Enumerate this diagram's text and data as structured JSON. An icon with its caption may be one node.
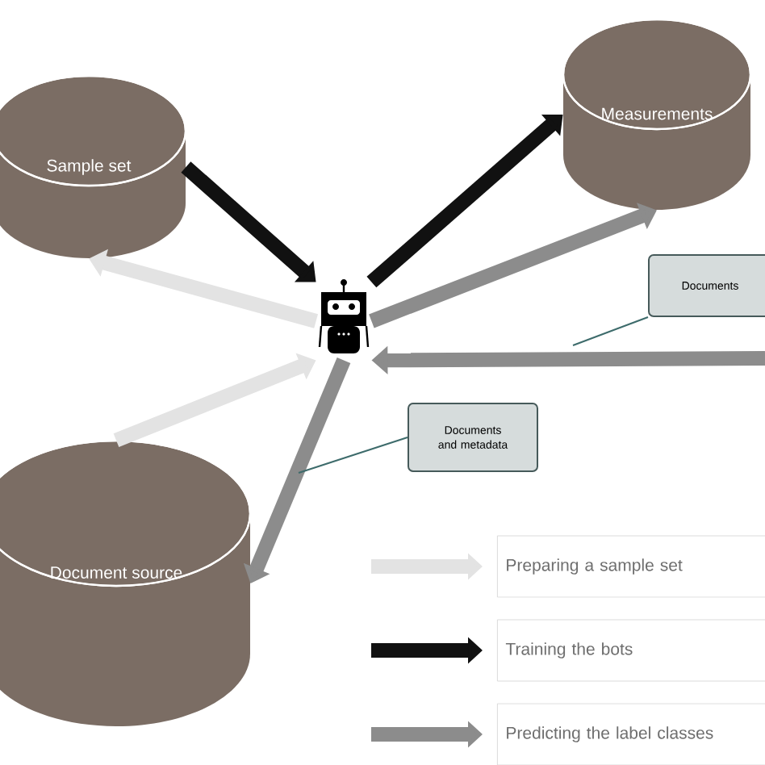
{
  "diagram": {
    "nodes": [
      {
        "text": [
          "Sample set"
        ]
      },
      {
        "text": [
          "Measurements"
        ]
      },
      {
        "text": [],
        "shape": "robot"
      },
      {
        "text": [
          "Document source"
        ]
      },
      {
        "text": [
          "Documents"
        ]
      },
      {
        "text": [
          "Documents and metadata"
        ]
      }
    ],
    "edges": [
      {
        "from": 0,
        "to": 2,
        "arrow": "to",
        "color": "#111111"
      },
      {
        "from": 2,
        "to": 1,
        "arrow": "to",
        "color": "#111111"
      },
      {
        "from": 2,
        "to": 0,
        "arrow": "to",
        "color": "#e3e3e3"
      },
      {
        "from": 3,
        "to": 2,
        "arrow": "to",
        "color": "#e3e3e3"
      },
      {
        "from": 2,
        "to": 1,
        "arrow": "to"
      },
      {
        "from": null,
        "to": 2,
        "arrow": "to"
      },
      {
        "from": 2,
        "to": 3,
        "arrow": "to"
      },
      {
        "from": 4,
        "to": null,
        "arrow": "none",
        "color": "#3d6b6b"
      },
      {
        "from": 5,
        "to": null,
        "arrow": "none",
        "color": "#3d6b6b"
      }
    ],
    "legend": [
      {
        "text": "Preparing a sample set"
      },
      {
        "text": "Training the bots"
      },
      {
        "text": "Predicting the label classes"
      }
    ]
  }
}
